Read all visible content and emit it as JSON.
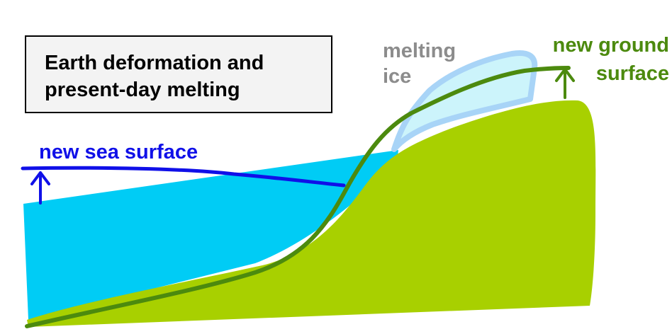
{
  "title": {
    "line1": "Earth deformation and",
    "line2": "present-day melting"
  },
  "labels": {
    "sea": "new sea surface",
    "ice_line1": "melting",
    "ice_line2": "ice",
    "ground_line1": "new ground",
    "ground_line2": "surface"
  },
  "colors": {
    "sea_fill": "#00ccf5",
    "sea_surface_line": "#1010e8",
    "ground_fill": "#a8d000",
    "ground_surface_line": "#4c8a0e",
    "ice_fill": "#ccf4fb",
    "ice_outline": "#a8d4f7",
    "title_box_fill": "#f3f3f3",
    "ice_label": "#8c8c8c"
  }
}
